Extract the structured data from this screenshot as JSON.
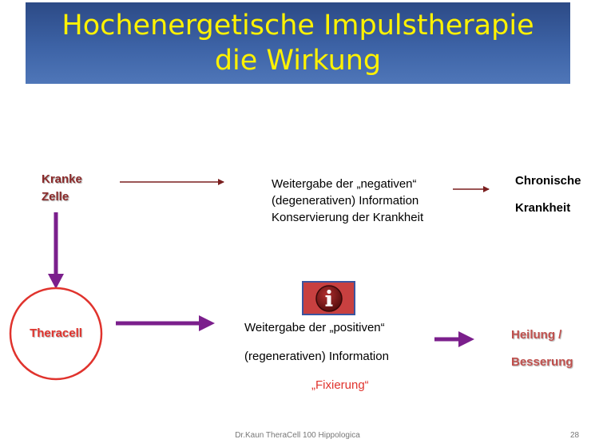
{
  "title": {
    "line1": "Hochenergetische Impulstherapie",
    "line2": "die Wirkung"
  },
  "diagram": {
    "sick_cell": {
      "line1": "Kranke",
      "line2": "Zelle"
    },
    "negative_info": {
      "line1": "Weitergabe der „negativen“",
      "line2": "(degenerativen) Information",
      "line3": "Konservierung der Krankheit"
    },
    "chronic": {
      "line1": "Chronische",
      "line2": "Krankheit"
    },
    "theracell": "Theracell",
    "positive_info": {
      "line1": "Weitergabe der „positiven“",
      "line2": "(regenerativen) Information",
      "line3": "„Fixierung“"
    },
    "healing": {
      "line1": "Heilung /",
      "line2": "Besserung"
    },
    "info_icon": "info-icon"
  },
  "footer": {
    "text": "Dr.Kaun TheraCell 100 Hippologica",
    "page": "28"
  },
  "colors": {
    "title_text": "#fff200",
    "title_bg": "#3d63a6",
    "sick_cell_text": "#8b2a2a",
    "dark_red_arrow": "#7a1f1f",
    "purple_arrow": "#7b1f8c",
    "theracell_red": "#e0332d",
    "healing_text": "#c0504d"
  }
}
